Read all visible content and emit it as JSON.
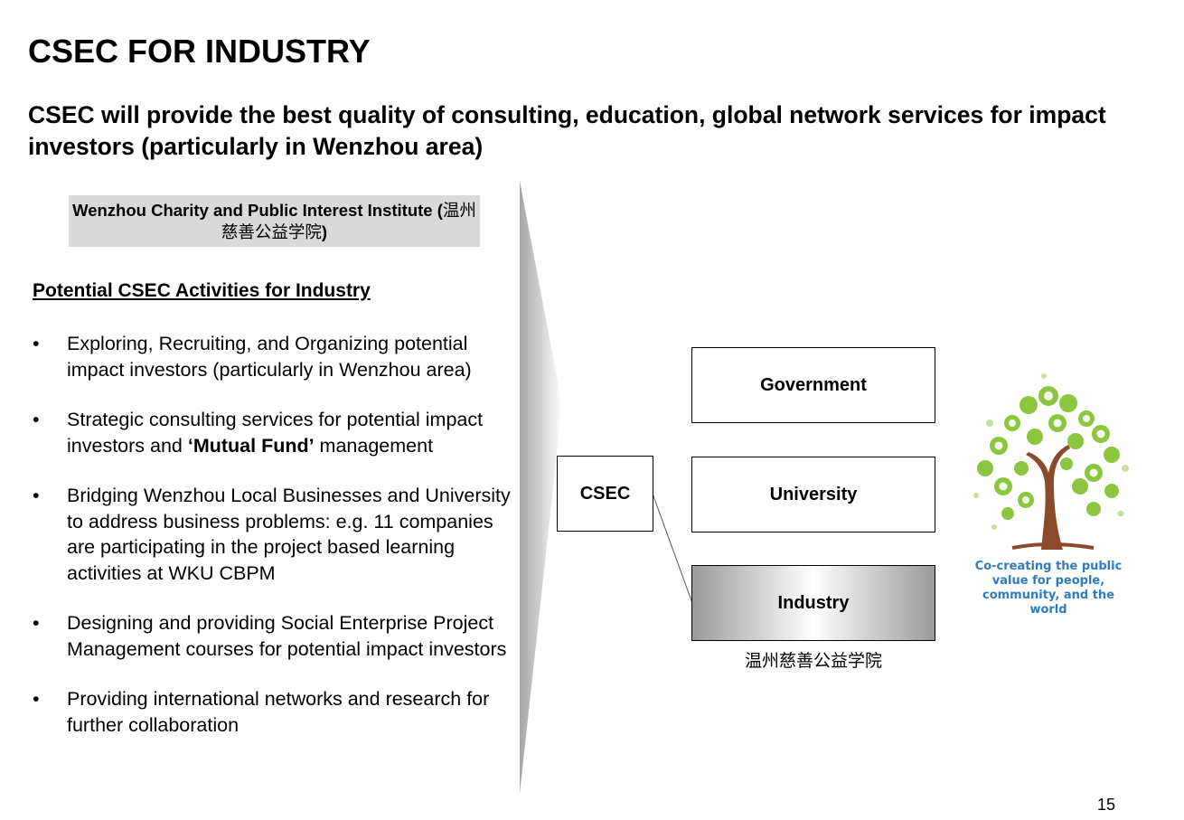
{
  "slide": {
    "title": "CSEC FOR INDUSTRY",
    "subtitle": "CSEC will provide the best quality of consulting, education, global network services for impact investors (particularly in Wenzhou area)",
    "page_number": "15"
  },
  "institute": {
    "name_en": "Wenzhou Charity and Public Interest Institute",
    "name_cn_open": " (",
    "name_cn": "温州慈善公益学院",
    "name_cn_close": ")"
  },
  "activities": {
    "heading": "Potential CSEC Activities for Industry",
    "bullet_symbol": "•",
    "items": [
      {
        "text": "Exploring, Recruiting, and Organizing potential impact investors (particularly in Wenzhou area)"
      },
      {
        "text_before": "Strategic consulting services for potential impact investors and ",
        "text_bold": "‘Mutual Fund’",
        "text_after": " management"
      },
      {
        "text": "Bridging Wenzhou Local Businesses and University to address business problems: e.g. 11 companies are participating in the project based learning activities at WKU CBPM"
      },
      {
        "text": "Designing and providing Social Enterprise Project Management courses for potential impact investors"
      },
      {
        "text": "Providing international networks and research for further collaboration"
      }
    ]
  },
  "diagram": {
    "csec_label": "CSEC",
    "government_label": "Government",
    "university_label": "University",
    "industry_label": "Industry",
    "chinese_caption": "温州慈善公益学院",
    "tree_caption": "Co-creating the public value for people, community, and the world",
    "colors": {
      "caption_blue": "#2f7bbd",
      "leaf_green": "#8cc63f",
      "trunk_brown": "#8b4a2b"
    }
  }
}
